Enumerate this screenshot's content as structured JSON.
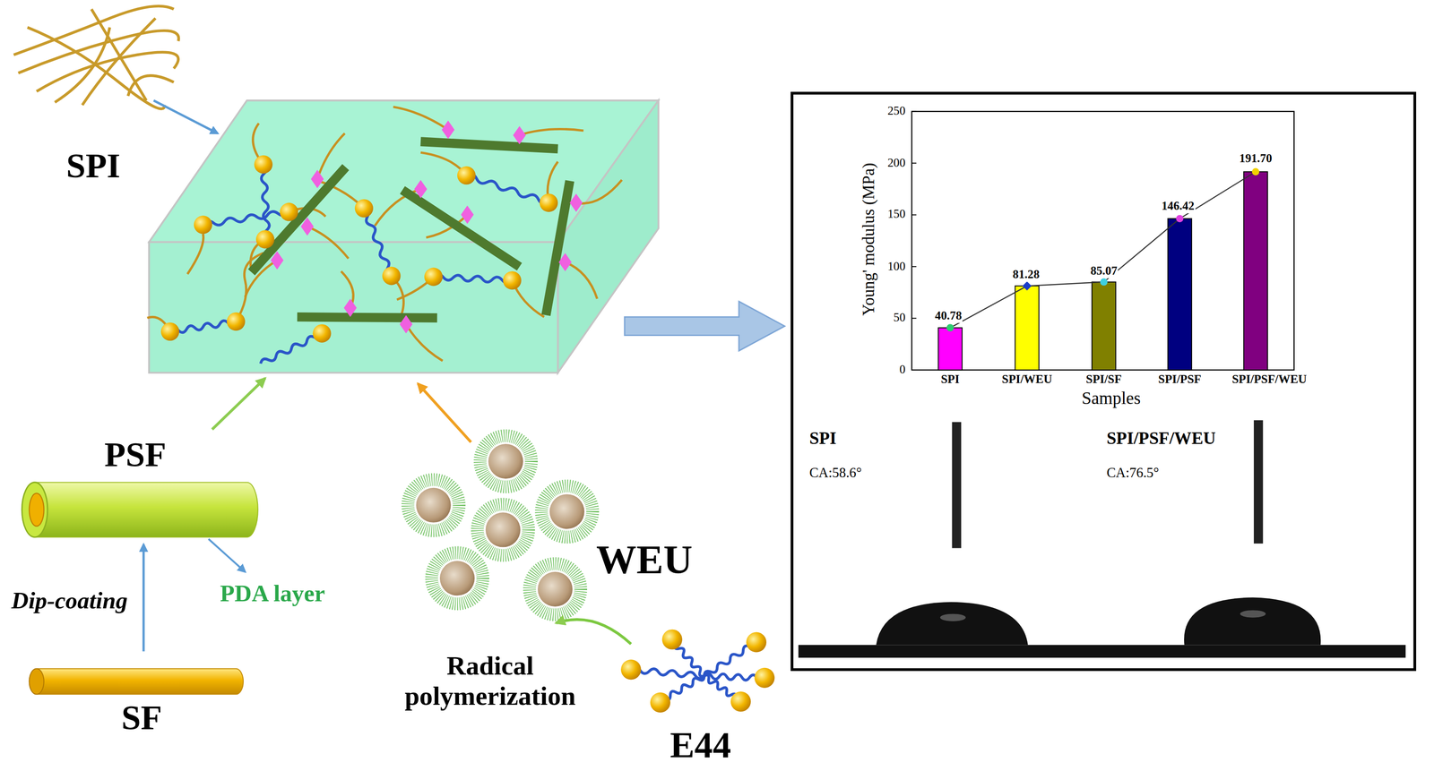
{
  "diagram": {
    "labels": [
      "SPI",
      "PSF",
      "Dip-coating",
      "PDA layer",
      "SF",
      "WEU",
      "Radical polymerization",
      "E44",
      "250",
      "200",
      "150",
      "100",
      "50",
      "0",
      "Young' modulus (MPa)",
      "40.78",
      "81.28",
      "85.07",
      "146.42",
      "191.70",
      "SPI",
      "SPI/WEU",
      "SPI/SF",
      "SPI/PSF",
      "SPI/PSF/WEU",
      "Samples",
      "SPI",
      "CA:58.6°",
      "SPI/PSF/WEU",
      "CA:76.5°"
    ]
  }
}
